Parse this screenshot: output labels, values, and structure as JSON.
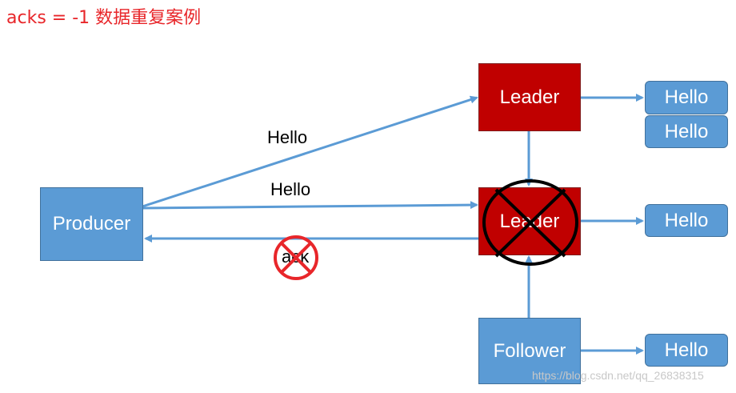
{
  "title": "acks = -1 数据重复案例",
  "producer": {
    "label": "Producer"
  },
  "leader_top": {
    "label": "Leader"
  },
  "leader_failed": {
    "label": "Leader"
  },
  "follower": {
    "label": "Follower"
  },
  "messages": {
    "m1": "Hello",
    "m2": "Hello",
    "m3": "Hello",
    "m4": "Hello"
  },
  "arrow_labels": {
    "send_top": "Hello",
    "send_mid": "Hello",
    "ack": "ack"
  },
  "watermark": "https://blog.csdn.net/qq_26838315",
  "colors": {
    "title": "#e8262a",
    "node_blue": "#5b9bd5",
    "leader_red": "#c00000",
    "arrow": "#5b9bd5",
    "ack_cross": "#e8262a",
    "leader_cross": "#000000"
  },
  "icons": {
    "leader_failed_overlay": "circle-x-icon",
    "ack_failed_overlay": "circle-x-icon"
  }
}
